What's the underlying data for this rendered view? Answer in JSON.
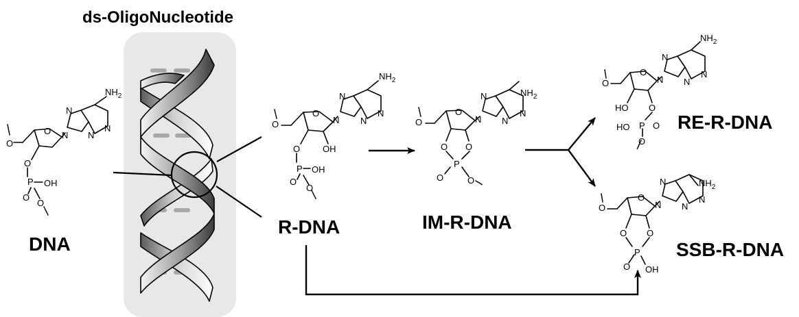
{
  "title": "ds-OligoNucleotide",
  "species": {
    "dna": "DNA",
    "r_dna": "R-DNA",
    "im_r_dna": "IM-R-DNA",
    "re_r_dna": "RE-R-DNA",
    "ssb_r_dna": "SSB-R-DNA"
  },
  "atoms": {
    "nh2": "NH",
    "sub2": "2",
    "n": "N",
    "o": "O",
    "p": "P",
    "oh": "OH",
    "ho": "HO"
  },
  "colors": {
    "helix_panel": "#e8e8e8",
    "helix_dark": "#555555",
    "helix_light": "#dcdcdc",
    "base_pair": "#a8a8a8"
  }
}
